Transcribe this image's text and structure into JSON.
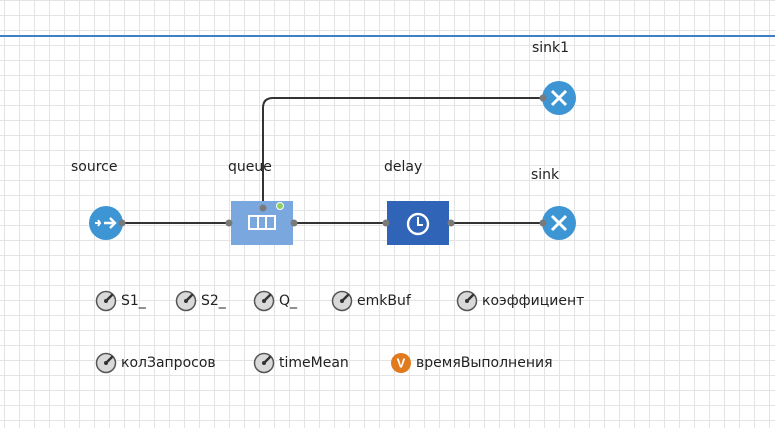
{
  "blocks": {
    "source": "source",
    "queue": "queue",
    "delay": "delay",
    "sink": "sink",
    "sink1": "sink1"
  },
  "variables": [
    {
      "name": "S1_",
      "kind": "parameter-icon"
    },
    {
      "name": "S2_",
      "kind": "parameter-icon"
    },
    {
      "name": "Q_",
      "kind": "parameter-icon"
    },
    {
      "name": "emkBuf",
      "kind": "parameter-icon"
    },
    {
      "name": "коэффициент",
      "kind": "parameter-icon"
    },
    {
      "name": "колЗапросов",
      "kind": "parameter-icon"
    },
    {
      "name": "timeMean",
      "kind": "parameter-icon"
    },
    {
      "name": "времяВыполнения",
      "kind": "variable-icon"
    }
  ],
  "variable_letter": "V",
  "colors": {
    "canvas_bg": "#ffffff",
    "grid": "#e4e4e4",
    "top_line": "#3f7fc3",
    "source_sink": "#3d95d4",
    "queue": "#7aa7dd",
    "delay": "#2f64b6",
    "connector": "#333333",
    "port": "#7a7a7a",
    "variable": "#e07a1e"
  }
}
